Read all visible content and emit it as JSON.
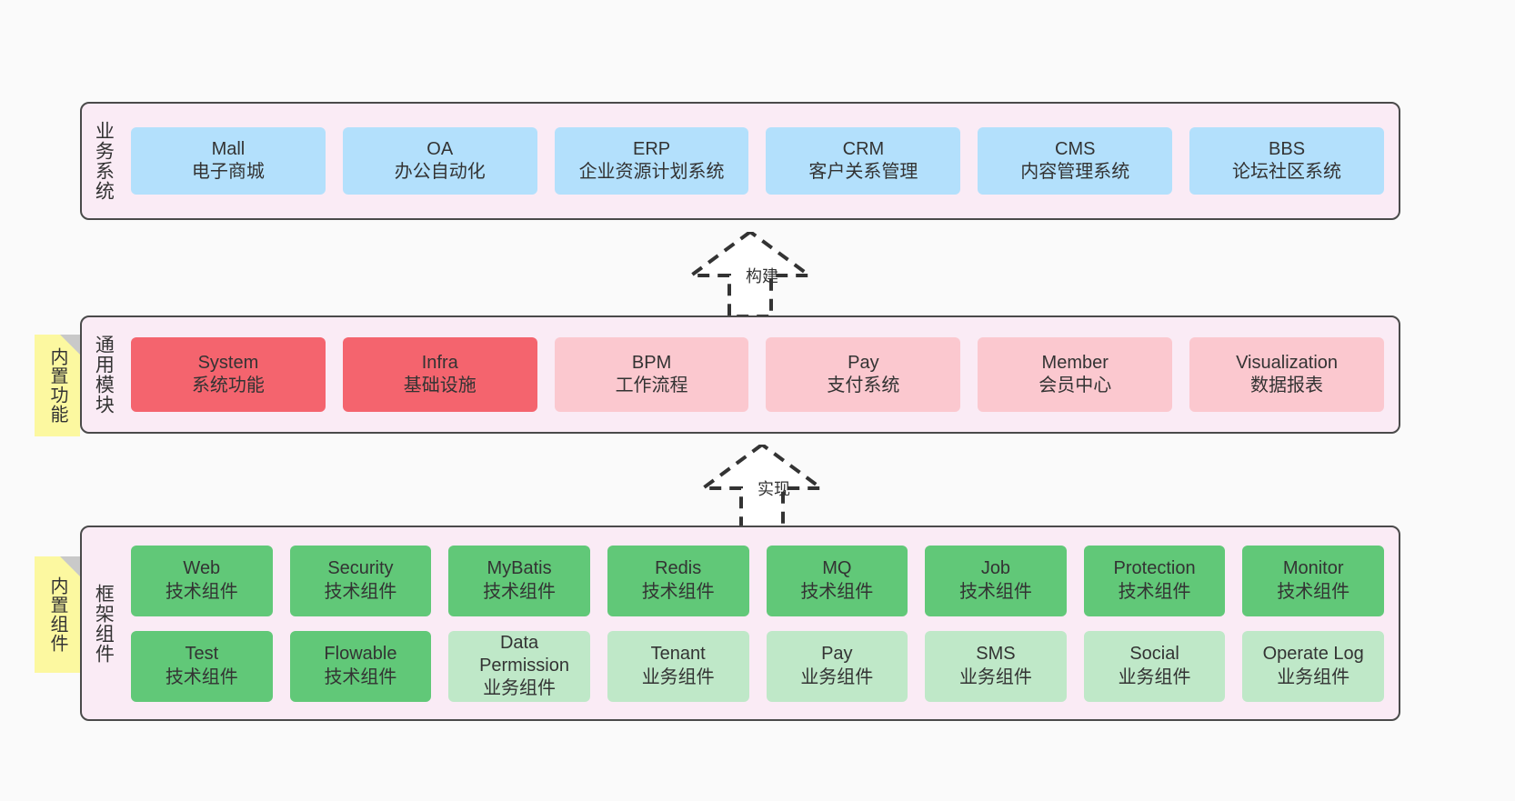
{
  "diagram": {
    "background": "#fafafa",
    "panel_bg": "#faebf5",
    "panel_border": "#4a4a4a",
    "note_bg": "#fcf8a0",
    "colors": {
      "business": "#b3e0fc",
      "module_strong": "#f4646e",
      "module_light": "#fbc8cf",
      "tech_component": "#61c878",
      "biz_component": "#bfe8c8"
    }
  },
  "layers": {
    "business": {
      "title": "业务系统",
      "items": [
        {
          "name": "Mall",
          "desc": "电子商城",
          "color": "#b3e0fc"
        },
        {
          "name": "OA",
          "desc": "办公自动化",
          "color": "#b3e0fc"
        },
        {
          "name": "ERP",
          "desc": "企业资源计划系统",
          "color": "#b3e0fc"
        },
        {
          "name": "CRM",
          "desc": "客户关系管理",
          "color": "#b3e0fc"
        },
        {
          "name": "CMS",
          "desc": "内容管理系统",
          "color": "#b3e0fc"
        },
        {
          "name": "BBS",
          "desc": "论坛社区系统",
          "color": "#b3e0fc"
        }
      ]
    },
    "common": {
      "title": "通用模块",
      "note": "内置功能",
      "items": [
        {
          "name": "System",
          "desc": "系统功能",
          "color": "#f4646e"
        },
        {
          "name": "Infra",
          "desc": "基础设施",
          "color": "#f4646e"
        },
        {
          "name": "BPM",
          "desc": "工作流程",
          "color": "#fbc8cf"
        },
        {
          "name": "Pay",
          "desc": "支付系统",
          "color": "#fbc8cf"
        },
        {
          "name": "Member",
          "desc": "会员中心",
          "color": "#fbc8cf"
        },
        {
          "name": "Visualization",
          "desc": "数据报表",
          "color": "#fbc8cf"
        }
      ]
    },
    "framework": {
      "title": "框架组件",
      "note": "内置组件",
      "row1": [
        {
          "name": "Web",
          "desc": "技术组件",
          "color": "#61c878"
        },
        {
          "name": "Security",
          "desc": "技术组件",
          "color": "#61c878"
        },
        {
          "name": "MyBatis",
          "desc": "技术组件",
          "color": "#61c878"
        },
        {
          "name": "Redis",
          "desc": "技术组件",
          "color": "#61c878"
        },
        {
          "name": "MQ",
          "desc": "技术组件",
          "color": "#61c878"
        },
        {
          "name": "Job",
          "desc": "技术组件",
          "color": "#61c878"
        },
        {
          "name": "Protection",
          "desc": "技术组件",
          "color": "#61c878"
        },
        {
          "name": "Monitor",
          "desc": "技术组件",
          "color": "#61c878"
        }
      ],
      "row2": [
        {
          "name": "Test",
          "desc": "技术组件",
          "color": "#61c878"
        },
        {
          "name": "Flowable",
          "desc": "技术组件",
          "color": "#61c878"
        },
        {
          "name": "Data Permission",
          "desc": "业务组件",
          "color": "#bfe8c8"
        },
        {
          "name": "Tenant",
          "desc": "业务组件",
          "color": "#bfe8c8"
        },
        {
          "name": "Pay",
          "desc": "业务组件",
          "color": "#bfe8c8"
        },
        {
          "name": "SMS",
          "desc": "业务组件",
          "color": "#bfe8c8"
        },
        {
          "name": "Social",
          "desc": "业务组件",
          "color": "#bfe8c8"
        },
        {
          "name": "Operate Log",
          "desc": "业务组件",
          "color": "#bfe8c8"
        }
      ]
    }
  },
  "arrows": [
    {
      "label": "构建"
    },
    {
      "label": "实现"
    }
  ]
}
